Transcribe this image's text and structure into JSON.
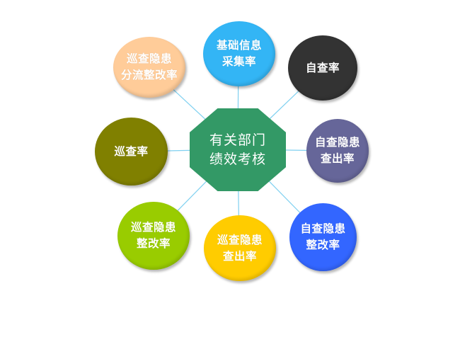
{
  "diagram": {
    "type": "hub-and-spoke",
    "connector_color": "#7fd0f0",
    "center": {
      "lines": [
        "有关部门",
        "绩效考核"
      ],
      "shape": "octagon",
      "color": "#339966"
    },
    "nodes": [
      {
        "id": "basic-info-collection-rate",
        "lines": [
          "基础信息",
          "采集率"
        ],
        "color": "#33b5f5"
      },
      {
        "id": "self-inspection-rate",
        "lines": [
          "自查率",
          ""
        ],
        "color": "#333333"
      },
      {
        "id": "self-inspection-hazard-detection-rate",
        "lines": [
          "自查隐患",
          "查出率"
        ],
        "color": "#666699"
      },
      {
        "id": "self-inspection-hazard-rectification-rate",
        "lines": [
          "自查隐患",
          "整改率"
        ],
        "color": "#3366ff"
      },
      {
        "id": "patrol-hazard-detection-rate",
        "lines": [
          "巡查隐患",
          "查出率"
        ],
        "color": "#ffcc00"
      },
      {
        "id": "patrol-hazard-rectification-rate",
        "lines": [
          "巡查隐患",
          "整改率"
        ],
        "color": "#99cc00"
      },
      {
        "id": "patrol-rate",
        "lines": [
          "巡查率",
          ""
        ],
        "color": "#808000"
      },
      {
        "id": "patrol-hazard-diversion-rectification-rate",
        "lines": [
          "巡查隐患",
          "分流整改率"
        ],
        "color": "#ffcc99"
      }
    ]
  }
}
